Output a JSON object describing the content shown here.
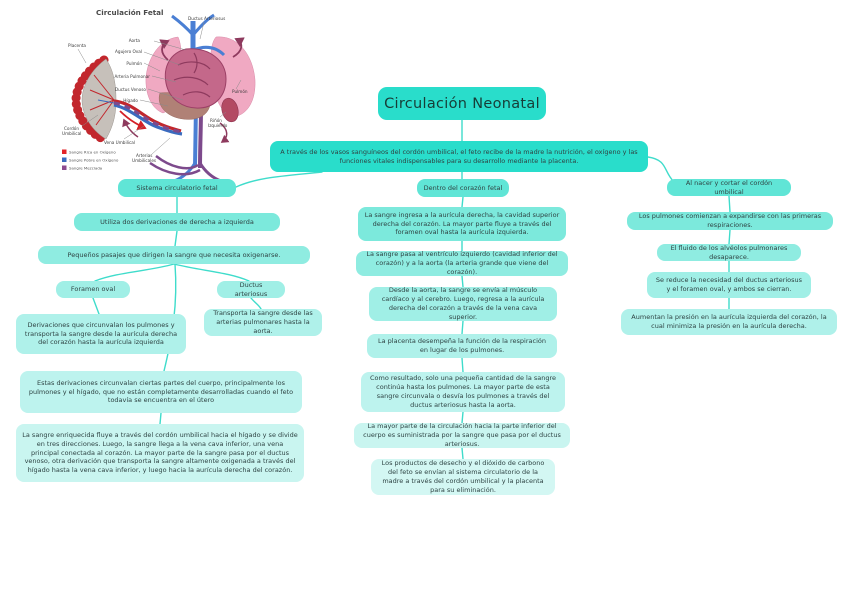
{
  "map": {
    "title": "Circulación Neonatal",
    "intro": "A través de los vasos sanguíneos del cordón umbilical, el feto recibe de la madre la nutrición, el oxígeno y las funciones vitales indispensables para su desarrollo mediante la placenta.",
    "left": [
      "Sistema circulatorio fetal",
      "Utiliza dos derivaciones de derecha a izquierda",
      "Pequeños pasajes que dirigen la sangre que necesita oxigenarse.",
      "Foramen oval",
      "Ductus arteriosus",
      "Derivaciones que circunvalan los pulmones y transporta la sangre desde la aurícula derecha del corazón hasta la aurícula izquierda",
      "Transporta la sangre desde las arterias pulmonares hasta la aorta.",
      "Estas derivaciones circunvalan ciertas partes del cuerpo, principalmente los pulmones y el hígado, que no están completamente desarrolladas cuando el feto todavía se encuentra en el útero",
      "La sangre enriquecida fluye a través del cordón umbilical hacia el hígado y se divide en tres direcciones. Luego, la sangre llega a la vena cava inferior, una vena principal conectada al corazón. La mayor parte de la sangre pasa por el ductus venoso, otra derivación que transporta la sangre altamente oxigenada a través del hígado hasta la vena cava inferior, y luego hacia la aurícula derecha del corazón."
    ],
    "middle": [
      "Dentro del corazón fetal",
      "La sangre ingresa a la aurícula derecha, la cavidad superior derecha del corazón. La mayor parte fluye a través del foramen oval hasta la aurícula izquierda.",
      "La sangre pasa al ventrículo izquierdo (cavidad inferior del corazón) y a la aorta (la arteria grande que viene del corazón).",
      "Desde la aorta, la sangre se envía al músculo cardíaco y al cerebro. Luego, regresa a la aurícula derecha del corazón a través de la vena cava superior.",
      "La placenta desempeña la función de la respiración en lugar de los pulmones.",
      "Como resultado, solo una pequeña cantidad de la sangre continúa hasta los pulmones. La mayor parte de esta sangre circunvala o desvía los pulmones a través del ductus arteriosus hasta la aorta.",
      "La mayor parte de la circulación hacia la parte inferior del cuerpo es suministrada por la sangre que pasa por el ductus arteriosus.",
      "Los productos de desecho y el dióxido de carbono del feto se envían al sistema circulatorio de la madre a través del cordón umbilical y la placenta para su eliminación."
    ],
    "right": [
      "Al nacer y cortar el cordón umbilical",
      "Los pulmones comienzan a expandirse con las primeras respiraciones.",
      "El fluido de los alvéolos pulmonares desaparece.",
      "Se reduce la necesidad del ductus arteriosus y el foramen oval, y ambos se cierran.",
      "Aumentan la presión en la aurícula izquierda del corazón, la cual minimiza la presión en la aurícula derecha."
    ]
  },
  "anatomy": {
    "title": "Circulación Fetal",
    "labels": {
      "ductus_arteriosus": "Ductus Arteriosus",
      "aorta": "Aorta",
      "agujero_oval": "Agujero Oval",
      "pulmon_izq": "Pulmón",
      "arteria_pulmonar": "Arteria Pulmonar",
      "ductus_venoso": "Ductus Venoso",
      "higado": "Hígado",
      "placenta": "Placenta",
      "pulmon_der": "Pulmón",
      "rinon_l1": "Riñón",
      "rinon_l2": "Izquierdo",
      "cordon_l1": "Cordón",
      "cordon_l2": "Umbilical",
      "vena_umbilical": "Vena Umbilical",
      "arterias_l1": "Arterias",
      "arterias_l2": "Umbilicales"
    },
    "legend": [
      {
        "label": "Sangre Rica en Oxígeno",
        "color": "#e32227"
      },
      {
        "label": "Sangre Pobre en Oxígeno",
        "color": "#3a6bbf"
      },
      {
        "label": "Sangre Mezclada",
        "color": "#8c4b8f"
      }
    ]
  },
  "colors": {
    "levels": [
      "#29ddcb",
      "#60e5d6",
      "#7ce9dc",
      "#8fece1",
      "#a0efe6",
      "#aff1ea",
      "#bdf3ee",
      "#c9f5f0",
      "#d3f7f3"
    ],
    "connector": "#3fdccb",
    "node_text": "#2f4444"
  }
}
